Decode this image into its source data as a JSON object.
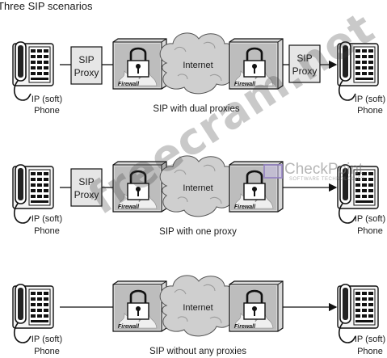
{
  "title": "Three SIP scenarios",
  "labels": {
    "endpoint": [
      "IP (soft)",
      "Phone"
    ],
    "proxy": [
      "SIP",
      "Proxy"
    ],
    "internet": "Internet",
    "firewall_brand": "Firewall"
  },
  "scenarios": [
    {
      "caption": "SIP with dual proxies"
    },
    {
      "caption": "SIP with one proxy"
    },
    {
      "caption": "SIP without any proxies"
    }
  ],
  "watermark": {
    "text": "freecram.net",
    "logo_text": "CheckPoint",
    "logo_subtext": "SOFTWARE TECHNOLOGIES"
  },
  "icons": {
    "phone": "desk-phone-icon",
    "firewall": "firewall-lock-icon",
    "cloud": "internet-cloud-icon"
  }
}
